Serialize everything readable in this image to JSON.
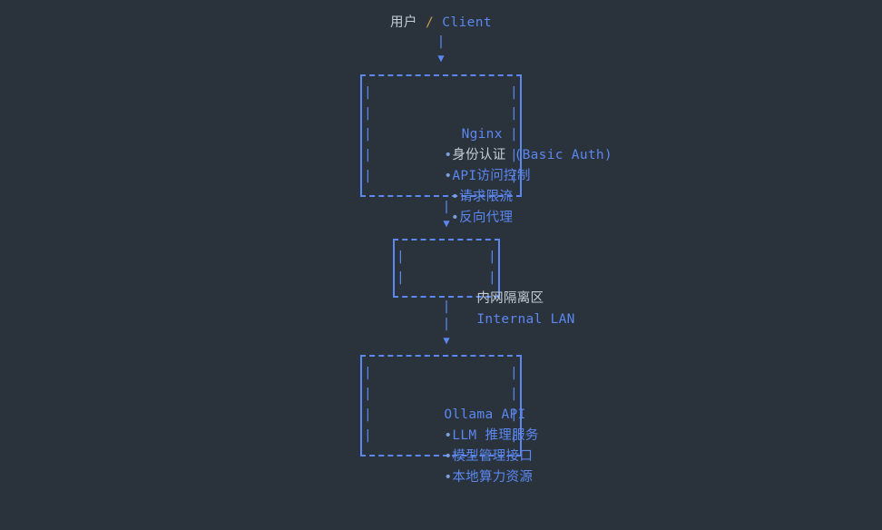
{
  "diagram": {
    "title_root": {
      "cjk": "用户",
      "separator": " / ",
      "latin": "Client"
    },
    "connector_glyphs": {
      "pipe": "|",
      "arrow": "▼",
      "bullet": "•",
      "pipe_left": "|",
      "pipe_right": "|"
    },
    "colors": {
      "background": "#2a323c",
      "accent_blue": "#5b87ef",
      "text_light": "#c4ccd6",
      "text_amber": "#c79a4e",
      "bullet": "#7d9ddd"
    },
    "nodes": [
      {
        "id": "nginx",
        "title": "Nginx",
        "items": [
          {
            "cjk": "身份认证",
            "latin": " (Basic Auth)"
          },
          {
            "cjk": "API访问控制",
            "latin": ""
          },
          {
            "cjk": "请求限流",
            "latin": ""
          },
          {
            "cjk": "反向代理",
            "latin": ""
          }
        ]
      },
      {
        "id": "internal-lan",
        "title": "内网隔离区",
        "subtitle": "Internal LAN",
        "items": []
      },
      {
        "id": "ollama-api",
        "title": "Ollama API",
        "items": [
          {
            "cjk": "LLM 推理服务",
            "latin": ""
          },
          {
            "cjk": "模型管理接口",
            "latin": ""
          },
          {
            "cjk": "本地算力资源",
            "latin": ""
          }
        ]
      }
    ]
  }
}
